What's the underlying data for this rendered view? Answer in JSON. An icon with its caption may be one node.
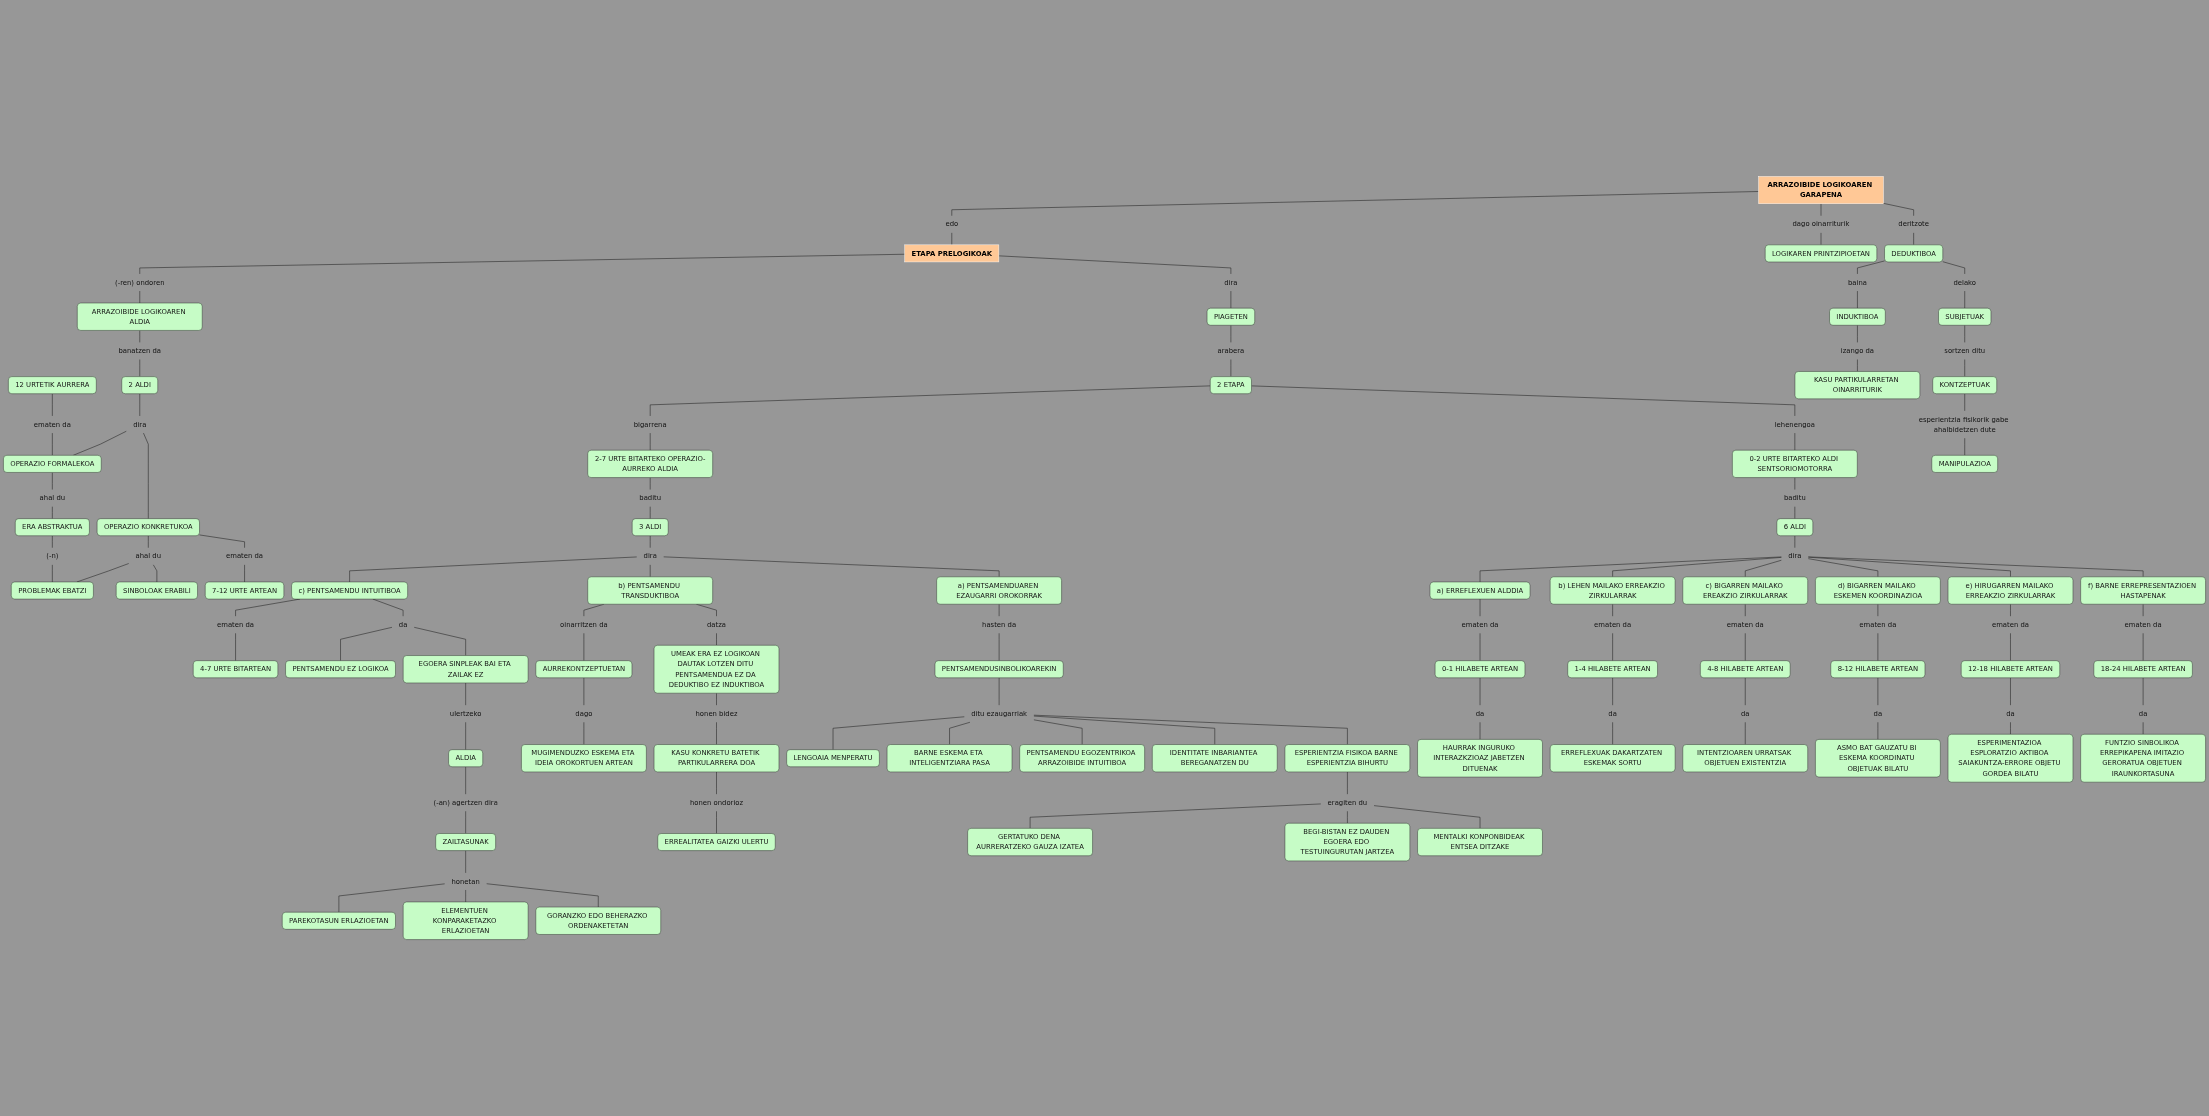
{
  "diagram": {
    "nodes": [
      {
        "text": [
          "12 URTETIK AURRERA"
        ]
      },
      {
        "text": [
          "ematen da"
        ]
      },
      {
        "text": [
          "OPERAZIO FORMALEKOA"
        ]
      },
      {
        "text": [
          "ahal du"
        ]
      },
      {
        "text": [
          "ERA ABSTRAKTUA"
        ]
      },
      {
        "text": [
          "(-n)"
        ]
      },
      {
        "text": [
          "dago oinarriturik"
        ]
      },
      {
        "text": [
          "ARRAZOIBIDE LOGIKOAREN GARAPENA"
        ]
      },
      {
        "text": [
          "edo"
        ]
      },
      {
        "text": [
          "ETAPA PRELOGIKOAK"
        ]
      },
      {
        "text": [
          "(-ren) ondoren"
        ]
      },
      {
        "text": [
          "ARRAZOIBIDE LOGIKOAREN ALDIA"
        ]
      },
      {
        "text": [
          "banatzen da"
        ]
      },
      {
        "text": [
          "2 ALDI"
        ]
      },
      {
        "text": [
          "dira"
        ]
      },
      {
        "text": [
          "PROBLEMAK EBATZI"
        ]
      },
      {
        "text": [
          "OPERAZIO KONKRETUKOA"
        ]
      },
      {
        "text": [
          "ahal du"
        ]
      },
      {
        "text": [
          "LOGIKAREN PRINTZIPIOETAN"
        ]
      },
      {
        "text": [
          "deritzote"
        ]
      },
      {
        "text": [
          "dira"
        ]
      },
      {
        "text": [
          "ematen da"
        ]
      },
      {
        "text": [
          "SINBOLOAK ERABILI"
        ]
      },
      {
        "text": [
          "7-12 URTE ARTEAN"
        ]
      },
      {
        "text": [
          "PIAGETEN"
        ]
      },
      {
        "text": [
          "PAREKOTASUN ERLAZIOETAN"
        ]
      },
      {
        "text": [
          "INDUKTIBOA"
        ]
      },
      {
        "text": [
          "baina"
        ]
      },
      {
        "text": [
          "DEDUKTIBOA"
        ]
      },
      {
        "text": [
          "arabera"
        ]
      },
      {
        "text": [
          "ELEMENTUEN KONPARAKETAZKO ERLAZIOETAN"
        ]
      },
      {
        "text": [
          "honetan"
        ]
      },
      {
        "text": [
          "GORANZKO EDO BEHERAZKO ORDENAKETETAN"
        ]
      },
      {
        "text": [
          "izango da"
        ]
      },
      {
        "text": [
          "delako"
        ]
      },
      {
        "text": [
          "2 ETAPA"
        ]
      },
      {
        "text": [
          "bigarrena"
        ]
      },
      {
        "text": [
          "2-7 URTE BITARTEKO OPERAZIO-AURREKO ALDIA"
        ]
      },
      {
        "text": [
          "ZAILTASUNAK"
        ]
      },
      {
        "text": [
          "KASU PARTIKULARRETAN OINARRITURIK"
        ]
      },
      {
        "text": [
          "SUBJETUAK"
        ]
      },
      {
        "text": [
          "lehenengoa"
        ]
      },
      {
        "text": [
          "baditu"
        ]
      },
      {
        "text": [
          "(-an) agertzen dira"
        ]
      },
      {
        "text": [
          "sortzen ditu"
        ]
      },
      {
        "text": [
          "KONTZEPTUAK"
        ]
      },
      {
        "text": [
          "0-2 URTE BITARTEKO ALDI SENTSORIOMOTORRA"
        ]
      },
      {
        "text": [
          "3 ALDI"
        ]
      },
      {
        "text": [
          "PENTSAMENDU EZ LOGIKOA"
        ]
      },
      {
        "text": [
          "da"
        ]
      },
      {
        "text": [
          "EGOERA SINPLEAK BAI ETA ZAILAK EZ"
        ]
      },
      {
        "text": [
          "ulertzeko"
        ]
      },
      {
        "text": [
          "ALDIA"
        ]
      },
      {
        "text": [
          "esperientzia fisikorik gabe ahalbidetzen dute"
        ]
      },
      {
        "text": [
          "dira"
        ]
      },
      {
        "text": [
          "c) PENTSAMENDU INTUITIBOA"
        ]
      },
      {
        "text": [
          "ematen da"
        ]
      },
      {
        "text": [
          "4-7 URTE BITARTEAN"
        ]
      },
      {
        "text": [
          "MANIPULAZIOA"
        ]
      },
      {
        "text": [
          "baditu"
        ]
      },
      {
        "text": [
          "HAURRAK INGURUKO INTERAZKZIOAZ JABETZEN DITUENAK"
        ]
      },
      {
        "text": [
          "da"
        ]
      },
      {
        "text": [
          "0-1 HILABETE ARTEAN"
        ]
      },
      {
        "text": [
          "ematen da"
        ]
      },
      {
        "text": [
          "a) ERREFLEXUEN ALDDIA"
        ]
      },
      {
        "text": [
          "6 ALDI"
        ]
      },
      {
        "text": [
          "a) PENTSAMENDUAREN EZAUGARRI OROKORRAK"
        ]
      },
      {
        "text": [
          "b) PENTSAMENDU TRANSDUKTIBOA"
        ]
      },
      {
        "text": [
          "hasten da"
        ]
      },
      {
        "text": [
          "ERREFLEXUAK DAKARTZATEN ESKEMAK SORTU"
        ]
      },
      {
        "text": [
          "da"
        ]
      },
      {
        "text": [
          "1-4 HILABETE ARTEAN"
        ]
      },
      {
        "text": [
          "ematen da"
        ]
      },
      {
        "text": [
          "b) LEHEN MAILAKO ERREAKZIO ZIRKULARRAK"
        ]
      },
      {
        "text": [
          "oinarritzen da"
        ]
      },
      {
        "text": [
          "datza"
        ]
      },
      {
        "text": [
          "UMEAK ERA EZ LOGIKOAN DAUTAK LOTZEN DITU PENTSAMENDUA EZ DA DEDUKTIBO EZ INDUKTIBOA"
        ]
      },
      {
        "text": [
          "PENTSAMENDUSINBOLIKOAREKIN"
        ]
      },
      {
        "text": [
          "INTENTZIOAREN URRATSAK OBJETUEN EXISTENTZIA"
        ]
      },
      {
        "text": [
          "da"
        ]
      },
      {
        "text": [
          "4-8 HILABETE ARTEAN"
        ]
      },
      {
        "text": [
          "ematen da"
        ]
      },
      {
        "text": [
          "c) BIGARREN MAILAKO EREAKZIO ZIRKULARRAK"
        ]
      },
      {
        "text": [
          "LENGOAIA MENPERATU"
        ]
      },
      {
        "text": [
          "ditu ezaugarriak"
        ]
      },
      {
        "text": [
          "BARNE ESKEMA ETA INTELIGENTZIARA PASA"
        ]
      },
      {
        "text": [
          "AURREKONTZEPTUETAN"
        ]
      },
      {
        "text": [
          "honen bidez"
        ]
      },
      {
        "text": [
          "dira"
        ]
      },
      {
        "text": [
          "dago"
        ]
      },
      {
        "text": [
          "KASU KONKRETU BATETIK PARTIKULARRERA DOA"
        ]
      },
      {
        "text": [
          "ASMO BAT GAUZATU BI ESKEMA KOORDINATU OBJETUAK BILATU"
        ]
      },
      {
        "text": [
          "da"
        ]
      },
      {
        "text": [
          "8-12 HILABETE ARTEAN"
        ]
      },
      {
        "text": [
          "ematen da"
        ]
      },
      {
        "text": [
          "d) BIGARREN MAILAKO ESKEMEN KOORDINAZIOA"
        ]
      },
      {
        "text": [
          "PENTSAMENDU EGOZENTRIKOA ARRAZOIBIDE INTUITIBOA"
        ]
      },
      {
        "text": [
          "IDENTITATE INBARIANTEA BEREGANATZEN DU"
        ]
      },
      {
        "text": [
          "MUGIMENDUZKO ESKEMA ETA IDEIA OROKORTUEN ARTEAN"
        ]
      },
      {
        "text": [
          "honen ondorioz"
        ]
      },
      {
        "text": [
          "ESPERIMENTAZIOA ESPLORATZIO AKTIBOA SAIAKUNTZA-ERRORE OBJETU GORDEA BILATU"
        ]
      },
      {
        "text": [
          "da"
        ]
      },
      {
        "text": [
          "12-18 HILABETE ARTEAN"
        ]
      },
      {
        "text": [
          "ematen da"
        ]
      },
      {
        "text": [
          "e) HIRUGARREN MAILAKO ERREAKZIO ZIRKULARRAK"
        ]
      },
      {
        "text": [
          "ESPERIENTZIA FISIKOA BARNE ESPERIENTZIA BIHURTU"
        ]
      },
      {
        "text": [
          "ERREALITATEA GAIZKI ULERTU"
        ]
      },
      {
        "text": [
          "FUNTZIO SINBOLIKOA ERREPIKAPENA IMITAZIO GERORATUA OBJETUEN IRAUNKORTASUNA"
        ]
      },
      {
        "text": [
          "da"
        ]
      },
      {
        "text": [
          "18-24 HILABETE ARTEAN"
        ]
      },
      {
        "text": [
          "ematen da"
        ]
      },
      {
        "text": [
          "f) BARNE ERREPRESENTAZIOEN HASTAPENAK"
        ]
      },
      {
        "text": [
          "GERTATUKO DENA AURRERATZEKO GAUZA IZATEA"
        ]
      },
      {
        "text": [
          "eragiten du"
        ]
      },
      {
        "text": [
          "BEGI-BISTAN EZ DAUDEN EGOERA EDO TESTUINGURUTAN JARTZEA"
        ]
      },
      {
        "text": [
          "MENTALKI KONPONBIDEAK ENTSEA DITZAKE"
        ]
      }
    ],
    "edges": [
      {
        "from": 7,
        "to": 8,
        "arrow": "none"
      },
      {
        "from": 8,
        "to": 9,
        "arrow": "none"
      },
      {
        "from": 7,
        "to": 6,
        "arrow": "none"
      },
      {
        "from": 6,
        "to": 18,
        "arrow": "none"
      },
      {
        "from": 9,
        "to": 10,
        "arrow": "none"
      },
      {
        "from": 10,
        "to": 11,
        "arrow": "none"
      },
      {
        "from": 11,
        "to": 12,
        "arrow": "none"
      },
      {
        "from": 12,
        "to": 13,
        "arrow": "none"
      },
      {
        "from": 13,
        "to": 14,
        "arrow": "none"
      },
      {
        "from": 14,
        "to": 2,
        "arrow": "none"
      },
      {
        "from": 14,
        "to": 16,
        "arrow": "none"
      },
      {
        "from": 0,
        "to": 1,
        "arrow": "none"
      },
      {
        "from": 1,
        "to": 2,
        "arrow": "none"
      },
      {
        "from": 2,
        "to": 3,
        "arrow": "none"
      },
      {
        "from": 3,
        "to": 4,
        "arrow": "none"
      },
      {
        "from": 4,
        "to": 5,
        "arrow": "none"
      },
      {
        "from": 5,
        "to": 15,
        "arrow": "none"
      },
      {
        "from": 16,
        "to": 17,
        "arrow": "none"
      },
      {
        "from": 17,
        "to": 15,
        "arrow": "none"
      },
      {
        "from": 17,
        "to": 22,
        "arrow": "none"
      },
      {
        "from": 16,
        "to": 21,
        "arrow": "none"
      },
      {
        "from": 21,
        "to": 23,
        "arrow": "none"
      },
      {
        "from": 7,
        "to": 19,
        "arrow": "none"
      },
      {
        "from": 19,
        "to": 28,
        "arrow": "none"
      },
      {
        "from": 28,
        "to": 27,
        "arrow": "none"
      },
      {
        "from": 27,
        "to": 26,
        "arrow": "none"
      },
      {
        "from": 26,
        "to": 33,
        "arrow": "none"
      },
      {
        "from": 33,
        "to": 39,
        "arrow": "none"
      },
      {
        "from": 28,
        "to": 34,
        "arrow": "none"
      },
      {
        "from": 34,
        "to": 40,
        "arrow": "none"
      },
      {
        "from": 40,
        "to": 44,
        "arrow": "none"
      },
      {
        "from": 44,
        "to": 45,
        "arrow": "none"
      },
      {
        "from": 45,
        "to": 53,
        "arrow": "none"
      },
      {
        "from": 53,
        "to": 58,
        "arrow": "none"
      },
      {
        "from": 9,
        "to": 20,
        "arrow": "none"
      },
      {
        "from": 20,
        "to": 24,
        "arrow": "none"
      },
      {
        "from": 24,
        "to": 29,
        "arrow": "none"
      },
      {
        "from": 29,
        "to": 35,
        "arrow": "none"
      },
      {
        "from": 35,
        "to": 36,
        "arrow": "none"
      },
      {
        "from": 36,
        "to": 37,
        "arrow": "none"
      },
      {
        "from": 35,
        "to": 41,
        "arrow": "none"
      },
      {
        "from": 41,
        "to": 46,
        "arrow": "none"
      },
      {
        "from": 37,
        "to": 42,
        "arrow": "none"
      },
      {
        "from": 42,
        "to": 47,
        "arrow": "none"
      },
      {
        "from": 47,
        "to": 54,
        "arrow": "none"
      },
      {
        "from": 54,
        "to": 55,
        "arrow": "none"
      },
      {
        "from": 54,
        "to": 67,
        "arrow": "none"
      },
      {
        "from": 54,
        "to": 66,
        "arrow": "none"
      },
      {
        "from": 55,
        "to": 56,
        "arrow": "none"
      },
      {
        "from": 56,
        "to": 57,
        "arrow": "none"
      },
      {
        "from": 55,
        "to": 49,
        "arrow": "none"
      },
      {
        "from": 49,
        "to": 48,
        "arrow": "none"
      },
      {
        "from": 49,
        "to": 50,
        "arrow": "none"
      },
      {
        "from": 50,
        "to": 51,
        "arrow": "none"
      },
      {
        "from": 51,
        "to": 52,
        "arrow": "none"
      },
      {
        "from": 52,
        "to": 43,
        "arrow": "none"
      },
      {
        "from": 43,
        "to": 38,
        "arrow": "none"
      },
      {
        "from": 38,
        "to": 31,
        "arrow": "none"
      },
      {
        "from": 31,
        "to": 25,
        "arrow": "none"
      },
      {
        "from": 31,
        "to": 30,
        "arrow": "none"
      },
      {
        "from": 31,
        "to": 32,
        "arrow": "none"
      },
      {
        "from": 46,
        "to": 59,
        "arrow": "none"
      },
      {
        "from": 59,
        "to": 65,
        "arrow": "none"
      },
      {
        "from": 65,
        "to": 88,
        "arrow": "none"
      },
      {
        "from": 88,
        "to": 64,
        "arrow": "none"
      },
      {
        "from": 88,
        "to": 73,
        "arrow": "none"
      },
      {
        "from": 88,
        "to": 82,
        "arrow": "none"
      },
      {
        "from": 88,
        "to": 95,
        "arrow": "none"
      },
      {
        "from": 88,
        "to": 104,
        "arrow": "none"
      },
      {
        "from": 88,
        "to": 111,
        "arrow": "none"
      },
      {
        "from": 64,
        "to": 63,
        "arrow": "none"
      },
      {
        "from": 63,
        "to": 62,
        "arrow": "none"
      },
      {
        "from": 62,
        "to": 61,
        "arrow": "none"
      },
      {
        "from": 61,
        "to": 60,
        "arrow": "none"
      },
      {
        "from": 73,
        "to": 72,
        "arrow": "none"
      },
      {
        "from": 72,
        "to": 71,
        "arrow": "none"
      },
      {
        "from": 71,
        "to": 70,
        "arrow": "none"
      },
      {
        "from": 70,
        "to": 69,
        "arrow": "none"
      },
      {
        "from": 82,
        "to": 81,
        "arrow": "none"
      },
      {
        "from": 81,
        "to": 80,
        "arrow": "none"
      },
      {
        "from": 80,
        "to": 79,
        "arrow": "none"
      },
      {
        "from": 79,
        "to": 78,
        "arrow": "none"
      },
      {
        "from": 95,
        "to": 94,
        "arrow": "none"
      },
      {
        "from": 94,
        "to": 93,
        "arrow": "none"
      },
      {
        "from": 93,
        "to": 92,
        "arrow": "none"
      },
      {
        "from": 92,
        "to": 91,
        "arrow": "none"
      },
      {
        "from": 104,
        "to": 103,
        "arrow": "none"
      },
      {
        "from": 103,
        "to": 102,
        "arrow": "none"
      },
      {
        "from": 102,
        "to": 101,
        "arrow": "none"
      },
      {
        "from": 101,
        "to": 100,
        "arrow": "none"
      },
      {
        "from": 111,
        "to": 110,
        "arrow": "none"
      },
      {
        "from": 110,
        "to": 109,
        "arrow": "none"
      },
      {
        "from": 109,
        "to": 108,
        "arrow": "none"
      },
      {
        "from": 108,
        "to": 107,
        "arrow": "none"
      },
      {
        "from": 66,
        "to": 68,
        "arrow": "none"
      },
      {
        "from": 68,
        "to": 77,
        "arrow": "none"
      },
      {
        "from": 77,
        "to": 84,
        "arrow": "none"
      },
      {
        "from": 84,
        "to": 83,
        "arrow": "none"
      },
      {
        "from": 84,
        "to": 85,
        "arrow": "none"
      },
      {
        "from": 84,
        "to": 96,
        "arrow": "none"
      },
      {
        "from": 84,
        "to": 97,
        "arrow": "none"
      },
      {
        "from": 84,
        "to": 105,
        "arrow": "none"
      },
      {
        "from": 105,
        "to": 113,
        "arrow": "none"
      },
      {
        "from": 113,
        "to": 112,
        "arrow": "none"
      },
      {
        "from": 113,
        "to": 114,
        "arrow": "none"
      },
      {
        "from": 113,
        "to": 115,
        "arrow": "none"
      },
      {
        "from": 67,
        "to": 74,
        "arrow": "none"
      },
      {
        "from": 74,
        "to": 86,
        "arrow": "none"
      },
      {
        "from": 86,
        "to": 89,
        "arrow": "none"
      },
      {
        "from": 89,
        "to": 98,
        "arrow": "none"
      },
      {
        "from": 67,
        "to": 75,
        "arrow": "none"
      },
      {
        "from": 75,
        "to": 76,
        "arrow": "none"
      },
      {
        "from": 76,
        "to": 87,
        "arrow": "none"
      },
      {
        "from": 87,
        "to": 90,
        "arrow": "none"
      },
      {
        "from": 90,
        "to": 99,
        "arrow": "none"
      },
      {
        "from": 99,
        "to": 106,
        "arrow": "none"
      }
    ]
  }
}
